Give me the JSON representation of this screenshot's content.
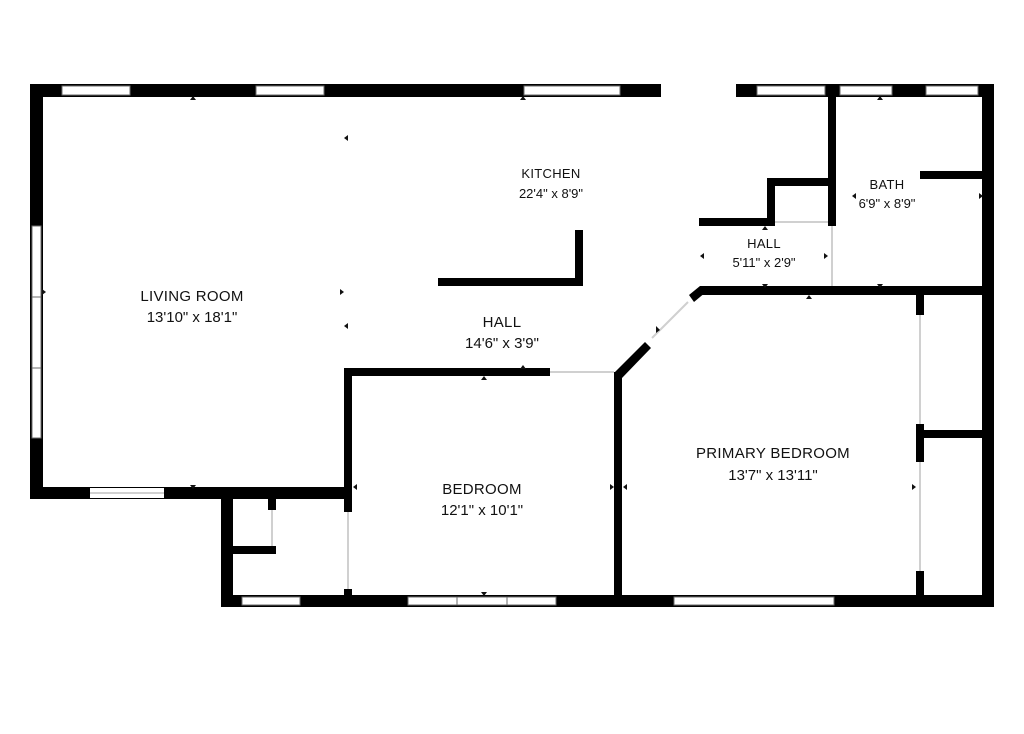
{
  "floorplan": {
    "rooms": [
      {
        "id": "living-room",
        "name": "LIVING ROOM",
        "dimensions": "13'10\" x 18'1\""
      },
      {
        "id": "kitchen",
        "name": "KITCHEN",
        "dimensions": "22'4\" x 8'9\""
      },
      {
        "id": "bath",
        "name": "BATH",
        "dimensions": "6'9\" x 8'9\""
      },
      {
        "id": "hall-small",
        "name": "HALL",
        "dimensions": "5'11\" x 2'9\""
      },
      {
        "id": "hall-main",
        "name": "HALL",
        "dimensions": "14'6\" x 3'9\""
      },
      {
        "id": "bedroom",
        "name": "BEDROOM",
        "dimensions": "12'1\" x 10'1\""
      },
      {
        "id": "primary-bedroom",
        "name": "PRIMARY BEDROOM",
        "dimensions": "13'7\" x 13'11\""
      }
    ]
  },
  "colors": {
    "wall": "#000000",
    "window_frame": "#6b6b6b",
    "background": "#ffffff"
  }
}
